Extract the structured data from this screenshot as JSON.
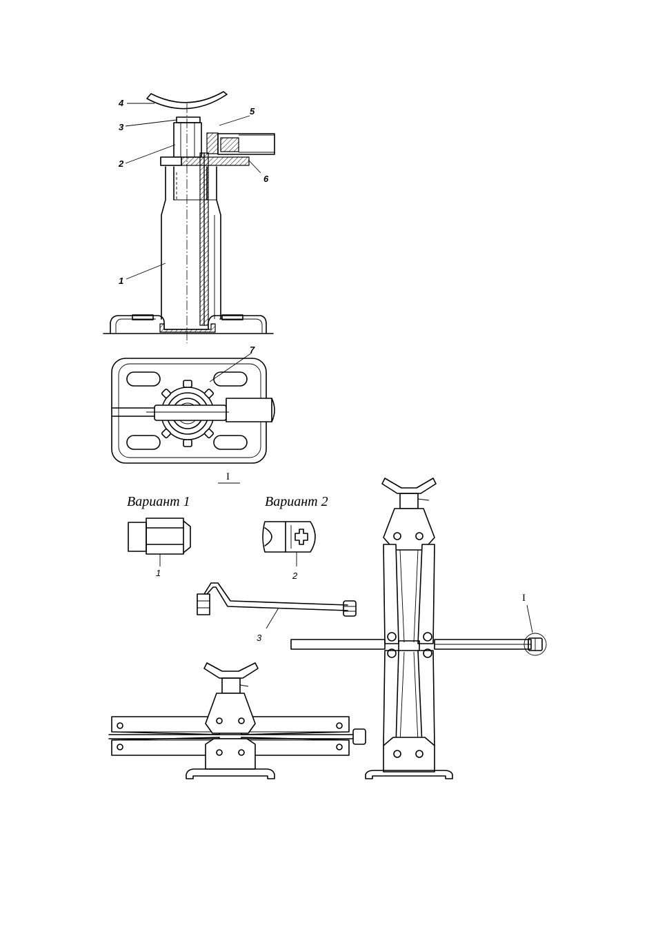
{
  "section_view": {
    "callouts": [
      {
        "id": "4",
        "text": "4"
      },
      {
        "id": "3",
        "text": "3"
      },
      {
        "id": "5",
        "text": "5"
      },
      {
        "id": "2",
        "text": "2"
      },
      {
        "id": "6",
        "text": "6"
      },
      {
        "id": "1",
        "text": "1"
      }
    ]
  },
  "plan_view": {
    "callout": "7"
  },
  "detail": {
    "mark": "I",
    "variant_1": {
      "title": "Вариант 1",
      "callout": "1"
    },
    "variant_2": {
      "title": "Вариант 2",
      "callout": "2"
    },
    "handle_callout": "3"
  },
  "side_view": {
    "detail_mark": "I"
  }
}
